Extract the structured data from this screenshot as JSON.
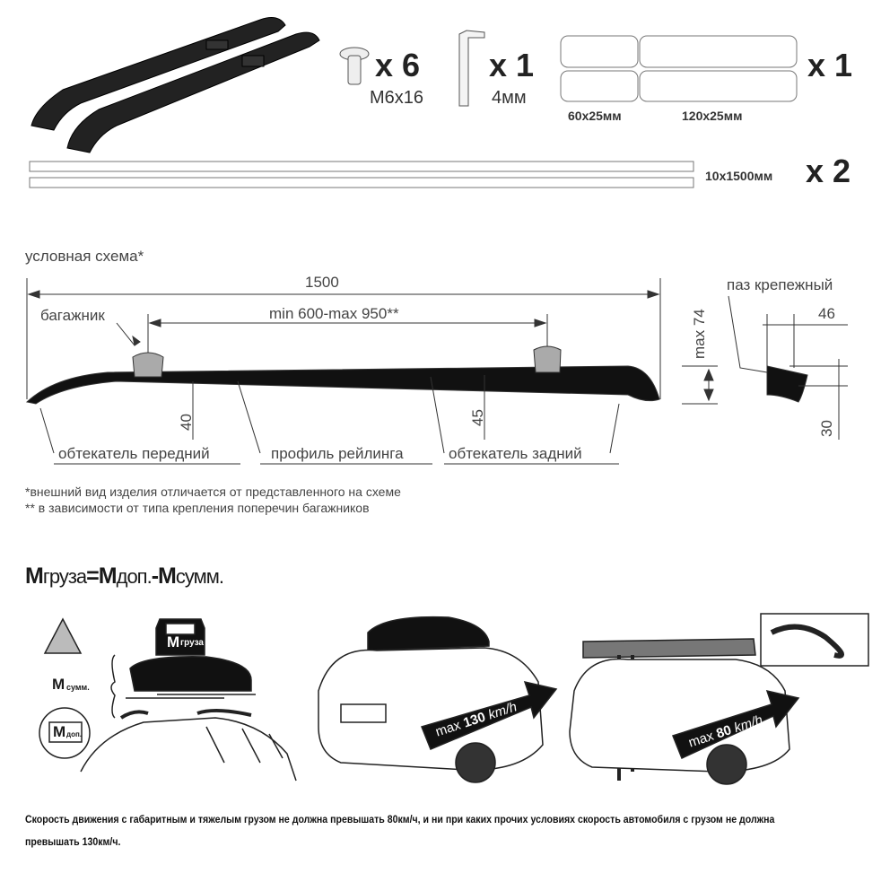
{
  "kit": {
    "bolt": {
      "qty": "x 6",
      "size": "M6x16"
    },
    "key": {
      "qty": "x 1",
      "size": "4мм"
    },
    "pads": {
      "qty": "x 1",
      "small": "60x25мм",
      "large": "120x25мм"
    },
    "strips": {
      "qty": "x 2",
      "size": "10x1500мм"
    }
  },
  "scheme": {
    "title": "условная схема*",
    "length": "1500",
    "range": "min 600-max 950**",
    "rack_label": "багажник",
    "max_height": "max 74",
    "slot_label": "паз крепежный",
    "slot_dim": "46",
    "slot_height": "30",
    "front_height": "40",
    "rear_height": "45",
    "front_cover": "обтекатель передний",
    "profile": "профиль рейлинга",
    "rear_cover": "обтекатель задний"
  },
  "notes": [
    "*внешний вид изделия отличается от представленного на схеме",
    "** в зависимости от типа крепления поперечин багажников"
  ],
  "formula": {
    "m1": "М",
    "s1": "груза",
    "eq": "=",
    "m2": "М",
    "s2": "доп.",
    "minus": "-",
    "m3": "М",
    "s3": "сумм."
  },
  "panels": {
    "cargo": "груза",
    "sum": "сумм.",
    "allowed": "доп.",
    "m": "М",
    "speed1_prefix": "max",
    "speed1": "130",
    "speed1_unit": "km/h",
    "speed2_prefix": "max",
    "speed2": "80",
    "speed2_unit": "km/h"
  },
  "footer": [
    "Скорость движения с габаритным и тяжелым грузом не должна превышать 80км/ч, и ни при каких прочих условиях скорость автомобиля с грузом не должна",
    "превышать 130км/ч."
  ]
}
